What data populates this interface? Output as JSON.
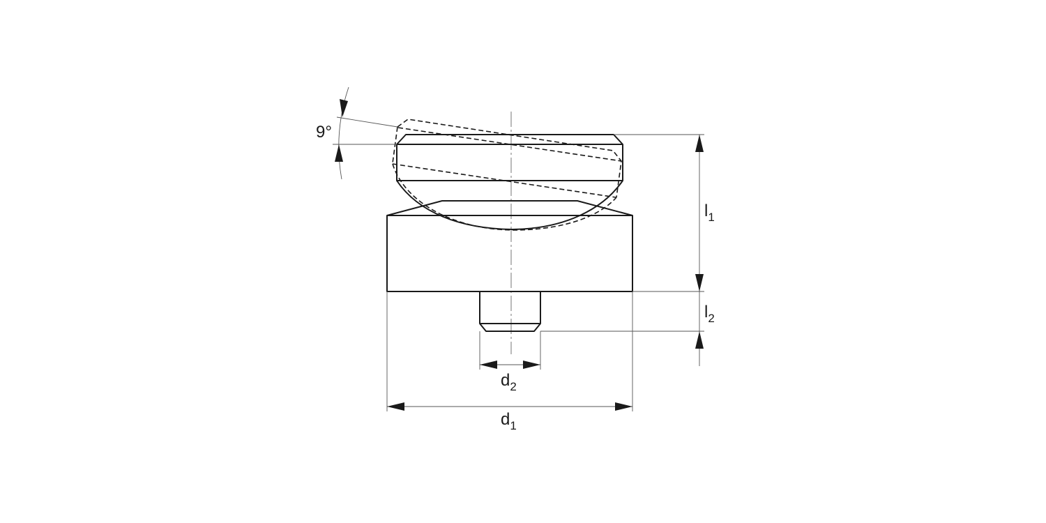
{
  "drawing": {
    "angle_label": "9°",
    "dimensions": {
      "l1": {
        "main": "l",
        "sub": "1"
      },
      "l2": {
        "main": "l",
        "sub": "2"
      },
      "d1": {
        "main": "d",
        "sub": "1"
      },
      "d2": {
        "main": "d",
        "sub": "2"
      }
    },
    "line_color": "#1a1a1a"
  }
}
